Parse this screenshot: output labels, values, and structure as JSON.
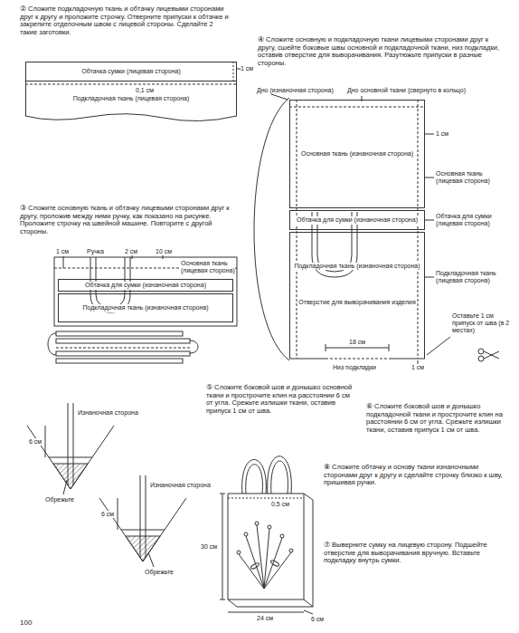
{
  "diagram": {
    "nodes": [
      {
        "text": [
          "Обтачка сумки (лицевая сторона)"
        ]
      },
      {
        "text": [
          "Подкладочная ткань (лицевая сторона)"
        ]
      },
      {
        "text": [
          "Обтачка для сумки (изнаночная сторона)"
        ]
      },
      {
        "text": [
          "Подкладочная ткань (изнаночная сторона)"
        ]
      },
      {
        "text": [
          "Основная ткань (изнаночная сторона)"
        ]
      },
      {
        "text": [
          "Обтачка для сумки (изнаночная сторона)"
        ]
      },
      {
        "text": [
          "Подкладочная ткань (изнаночная сторона)",
          "Отверстие для выворачивания изделия"
        ]
      }
    ],
    "labels": [
      "② Сложите подкладочную ткань и обтачку лицевыми сторонами друг к другу и проложите строчку. Отверните припуски к обтачке и закрепите отделочным швом с лицевой стороны. Сделайте 2 такие заготовки.",
      "1 см",
      "0,1 см",
      "③ Сложите основную ткань и обтачку лицевыми сторонами друг к другу, проложив между ними ручку, как показано на рисунке. Проложите строчку на швейной машине. Повторите с другой стороны.",
      "Ручка",
      "1 см",
      "2 см",
      "10 см",
      "Основная ткань (лицевая сторона)",
      "④ Сложите основную и подкладочную ткани лицевыми сторонами друг к другу, сшейте боковые швы основной и подкладочной ткани, низ подкладки, оставив отверстие для выворачивания. Разутюжьте припуски в разные стороны.",
      "Дно (изнаночная сторона)",
      "Дно основной ткани (свернуто в кольцо)",
      "1 см",
      "Основная ткань (лицевая сторона)",
      "Обтачка для сумки (лицевая сторона)",
      "Подкладочная ткань (лицевая сторона)",
      "Оставьте 1 см припуск от шва (в 2 местах)",
      "18 см",
      "Низ подкладки",
      "1 см",
      "⑤ Сложите боковой шов и донышко основной ткани и прострочите клин на расстоянии 6 см от угла. Срежьте излишки ткани, оставив припуск 1 см от шва.",
      "⑥ Сложите боковой шов и донышко подкладочной ткани и прострочите клин на расстоянии 6 см от угла. Срежьте излишки ткани, оставив припуск 1 см от шва.",
      "6 см",
      "Изнаночная сторона",
      "Обрежьте",
      "Изнаночная сторона",
      "6 см",
      "Обрежьте",
      "⑧ Сложите обтачку и основу ткани изнаночными сторонами друг к другу и сделайте строчку близко к шву, пришивая ручки.",
      "0,5 см",
      "30 см",
      "24 см",
      "6 см",
      "⑦ Выверните сумку на лицевую сторону. Подшейте отверстие для выворачивания вручную. Вставьте подкладку внутрь сумки.",
      "100"
    ]
  }
}
